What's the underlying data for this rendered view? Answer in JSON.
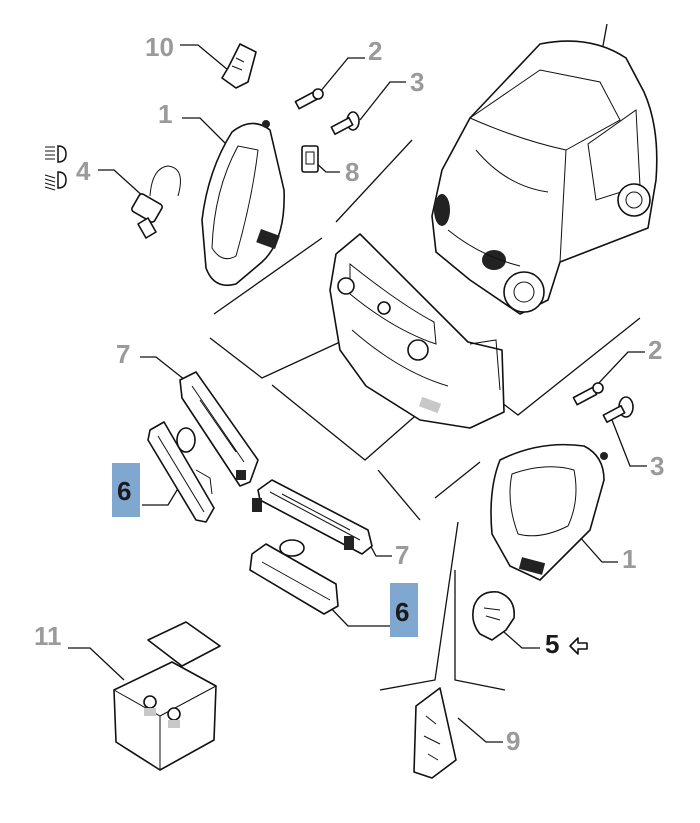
{
  "callouts": [
    {
      "id": "c10",
      "label": "10",
      "style": "grey"
    },
    {
      "id": "c2a",
      "label": "2",
      "style": "grey"
    },
    {
      "id": "c3a",
      "label": "3",
      "style": "grey"
    },
    {
      "id": "c1a",
      "label": "1",
      "style": "grey"
    },
    {
      "id": "c8",
      "label": "8",
      "style": "grey"
    },
    {
      "id": "c4",
      "label": "4",
      "style": "grey"
    },
    {
      "id": "c7a",
      "label": "7",
      "style": "grey"
    },
    {
      "id": "c6a",
      "label": "6",
      "style": "highlight"
    },
    {
      "id": "c2b",
      "label": "2",
      "style": "grey"
    },
    {
      "id": "c3b",
      "label": "3",
      "style": "grey"
    },
    {
      "id": "c1b",
      "label": "1",
      "style": "grey"
    },
    {
      "id": "c7b",
      "label": "7",
      "style": "grey"
    },
    {
      "id": "c6b",
      "label": "6",
      "style": "highlight"
    },
    {
      "id": "c5",
      "label": "5",
      "style": "dark"
    },
    {
      "id": "c11",
      "label": "11",
      "style": "grey"
    },
    {
      "id": "c9",
      "label": "9",
      "style": "grey"
    }
  ],
  "colors": {
    "callout_grey": "#9a9a9a",
    "highlight_box": "#7fa7cf",
    "ink": "#111111"
  },
  "icons": [
    "headlight-high-beam-icon",
    "headlight-low-beam-icon",
    "arrow-left-outline-icon"
  ]
}
